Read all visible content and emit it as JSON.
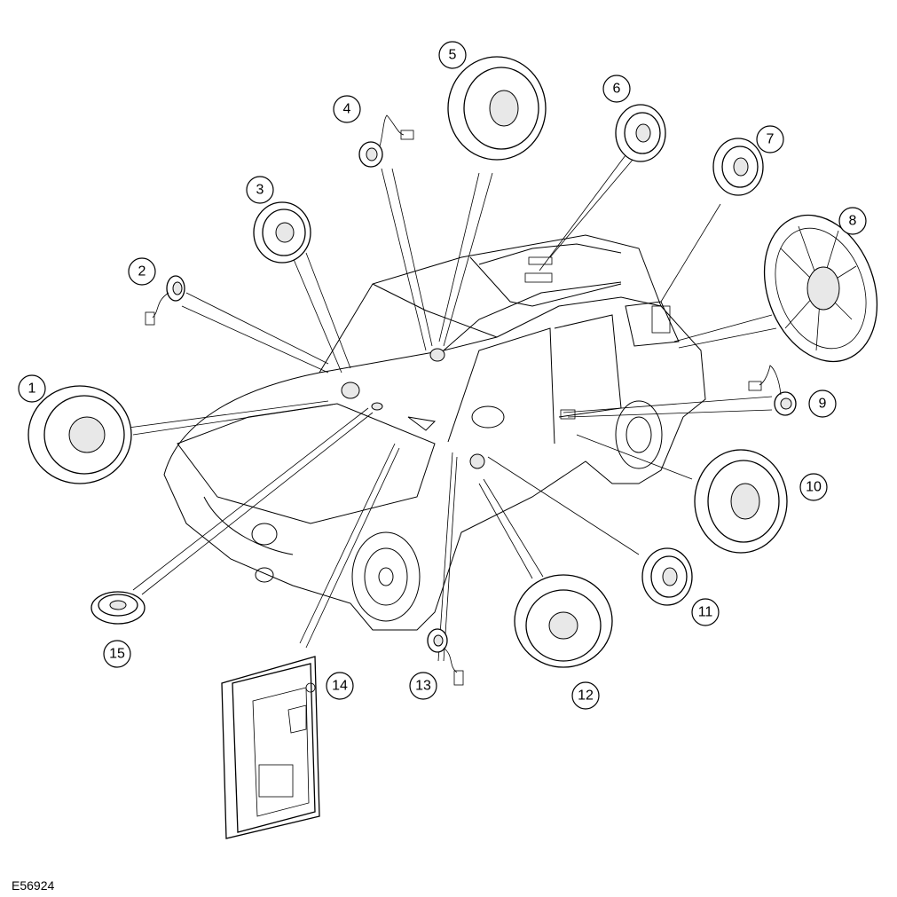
{
  "figure_id": "E56924",
  "callouts": [
    {
      "number": "1"
    },
    {
      "number": "2"
    },
    {
      "number": "3"
    },
    {
      "number": "4"
    },
    {
      "number": "5"
    },
    {
      "number": "6"
    },
    {
      "number": "7"
    },
    {
      "number": "8"
    },
    {
      "number": "9"
    },
    {
      "number": "10"
    },
    {
      "number": "11"
    },
    {
      "number": "12"
    },
    {
      "number": "13"
    },
    {
      "number": "14"
    },
    {
      "number": "15"
    }
  ]
}
